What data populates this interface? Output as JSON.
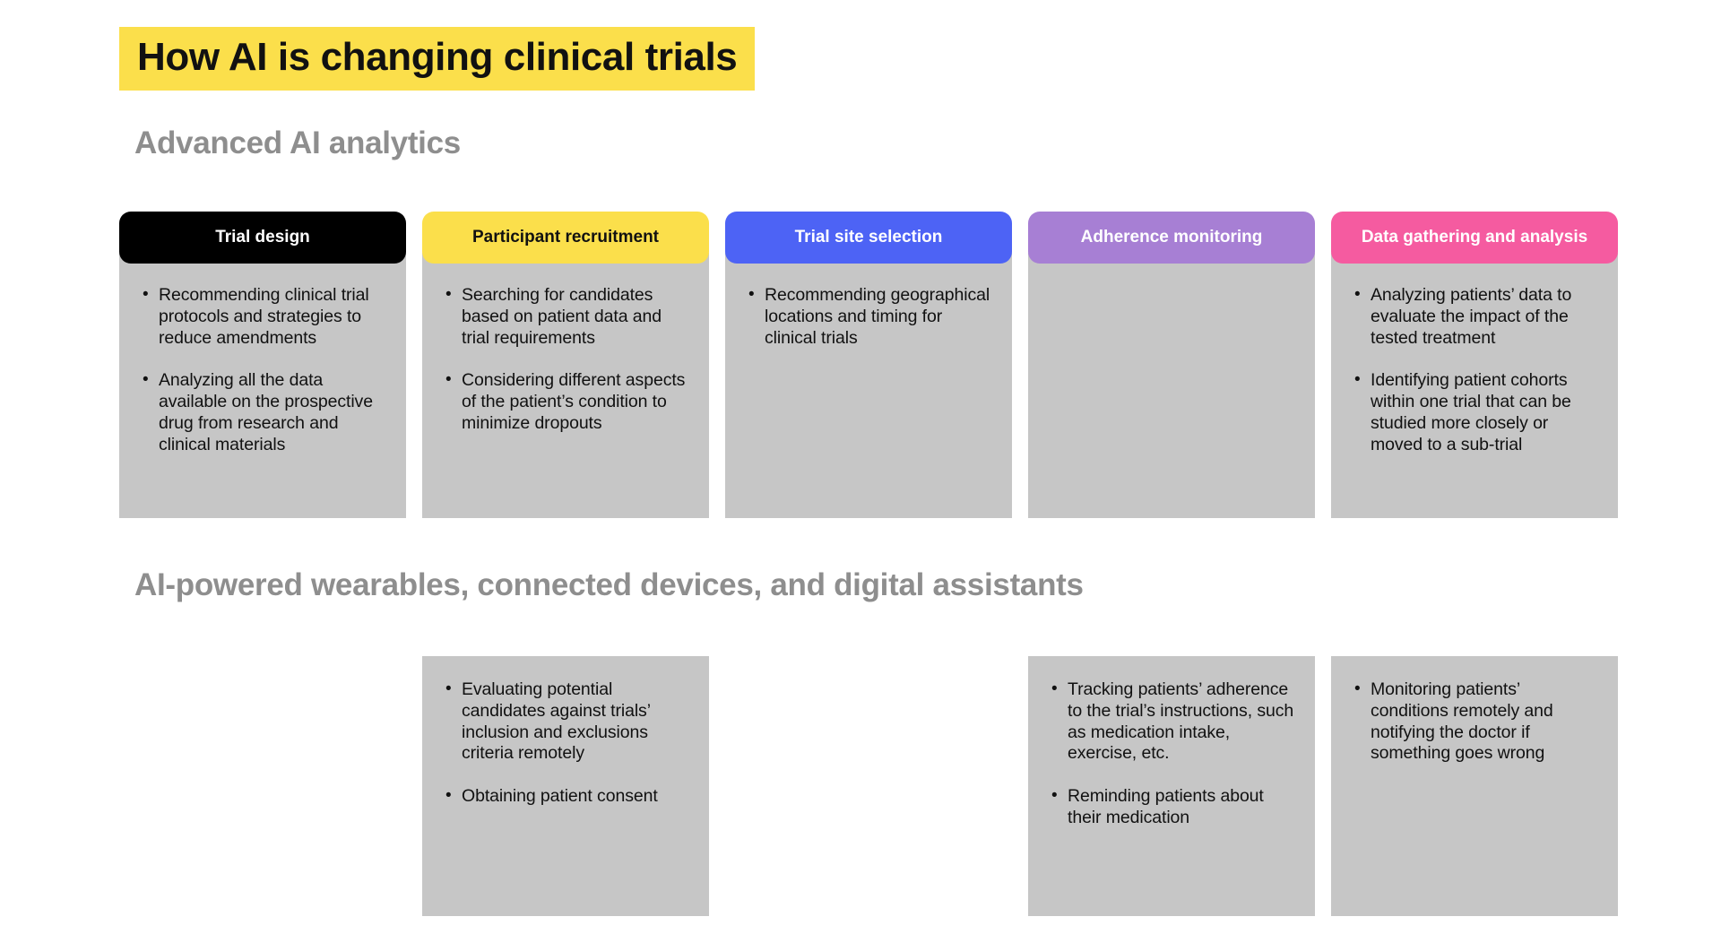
{
  "title": "How AI is changing clinical trials",
  "colors": {
    "highlight_yellow": "#fbdf4b",
    "pill_black": "#000000",
    "pill_yellow": "#fbdf4b",
    "pill_blue": "#4d63f5",
    "pill_purple": "#a77fd4",
    "pill_pink": "#f55ba0",
    "card_gray": "#c6c6c6",
    "heading_gray": "#8e8e8e"
  },
  "sections": [
    {
      "heading": "Advanced AI analytics",
      "columns": [
        {
          "header": "Trial design",
          "header_style": "dark",
          "bullets": [
            "Recommending clinical trial protocols and strategies to reduce amendments",
            "Analyzing all the data available on the prospective drug from research and clinical materials"
          ]
        },
        {
          "header": "Participant recruitment",
          "header_style": "yellow",
          "bullets": [
            "Searching for candidates based on patient data and trial requirements",
            "Considering different aspects of the patient’s condition to minimize dropouts"
          ]
        },
        {
          "header": "Trial site selection",
          "header_style": "blue",
          "bullets": [
            "Recommending geographical locations and timing for clinical trials"
          ]
        },
        {
          "header": "Adherence monitoring",
          "header_style": "purple",
          "bullets": []
        },
        {
          "header": "Data gathering and analysis",
          "header_style": "pink",
          "bullets": [
            "Analyzing patients’ data to evaluate the impact of the tested treatment",
            "Identifying patient cohorts within one trial that can be studied more closely or moved to a sub-trial"
          ]
        }
      ]
    },
    {
      "heading": "AI-powered wearables, connected devices, and digital assistants",
      "columns": [
        {
          "header": null,
          "header_style": null,
          "has_card": false,
          "bullets": []
        },
        {
          "header": null,
          "header_style": null,
          "has_card": true,
          "bullets": [
            "Evaluating potential candidates against trials’ inclusion and exclusions criteria remotely",
            "Obtaining patient consent"
          ]
        },
        {
          "header": null,
          "header_style": null,
          "has_card": false,
          "bullets": []
        },
        {
          "header": null,
          "header_style": null,
          "has_card": true,
          "bullets": [
            "Tracking patients’ adherence to the trial’s instructions, such as medication intake, exercise, etc.",
            "Reminding patients about their medication"
          ]
        },
        {
          "header": null,
          "header_style": null,
          "has_card": true,
          "bullets": [
            "Monitoring patients’ conditions remotely and notifying the doctor if something goes wrong"
          ]
        }
      ]
    }
  ]
}
